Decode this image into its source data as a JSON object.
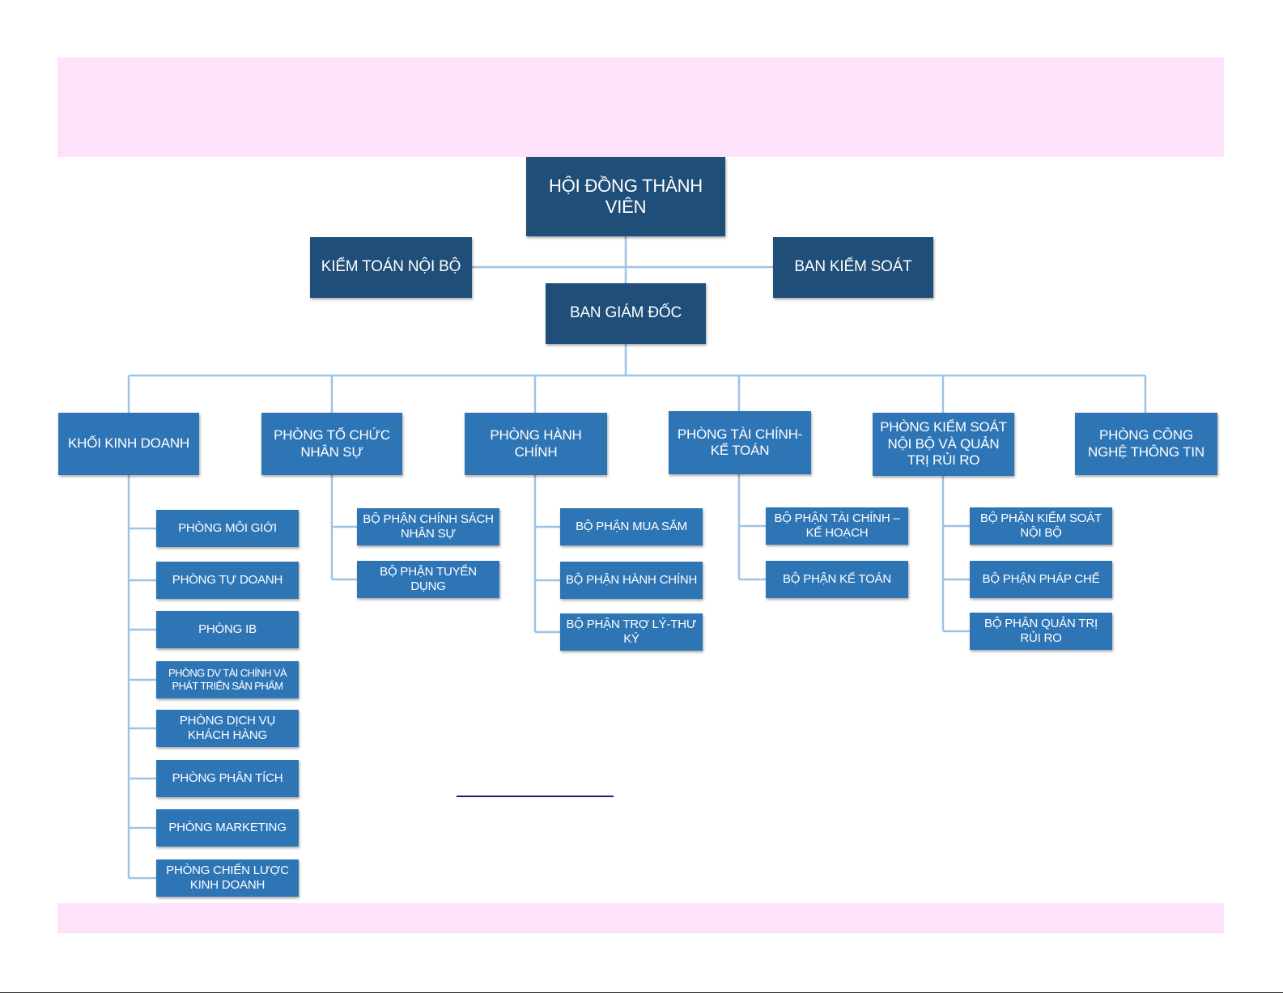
{
  "org": {
    "board": "HỘI ĐỒNG THÀNH VIÊN",
    "internal_audit": "KIỂM TOÁN NỘI BỘ",
    "supervisory": "BAN KIỂM SOÁT",
    "directors": "BAN GIÁM ĐỐC",
    "departments": [
      {
        "label": "KHỐI KINH DOANH",
        "children": [
          "PHÒNG MÔI GIỚI",
          "PHÒNG TỰ DOANH",
          "PHÒNG IB",
          "PHÒNG DV TÀI CHÍNH VÀ PHÁT TRIỂN SẢN PHẨM",
          "PHÒNG DỊCH VỤ KHÁCH HÀNG",
          "PHÒNG PHÂN TÍCH",
          "PHÒNG MARKETING",
          "PHÒNG CHIẾN LƯỢC KINH DOANH"
        ]
      },
      {
        "label": "PHÒNG TỔ CHỨC NHÂN SỰ",
        "children": [
          "BỘ PHẬN CHÍNH SÁCH NHÂN SỰ",
          "BỘ PHẬN TUYỂN DỤNG"
        ]
      },
      {
        "label": "PHÒNG HÀNH CHÍNH",
        "children": [
          "BỘ PHẬN MUA SẮM",
          "BỘ PHẬN HÀNH CHÍNH",
          "BỘ PHẬN TRỢ LÝ-THƯ KÝ"
        ]
      },
      {
        "label": "PHÒNG TÀI CHÍNH-KẾ TOÁN",
        "children": [
          "BỘ PHẬN TÀI CHÍNH – KẾ HOẠCH",
          "BỘ PHẬN KẾ TOÁN"
        ]
      },
      {
        "label": "PHÒNG KIỂM SOÁT NỘI BỘ VÀ QUẢN TRỊ RỦI RO",
        "children": [
          "BỘ PHẬN KIỂM SOÁT NỘI BỘ",
          "BỘ PHẬN PHÁP CHẾ",
          "BỘ PHẬN QUẢN TRỊ RỦI RO"
        ]
      },
      {
        "label": "PHÒNG CÔNG NGHỆ THÔNG TIN",
        "children": []
      }
    ]
  },
  "colors": {
    "band": "#fde2fb",
    "box_dark": "#1f4e79",
    "box_mid": "#2e75b6",
    "connector": "#9dc3e6"
  }
}
